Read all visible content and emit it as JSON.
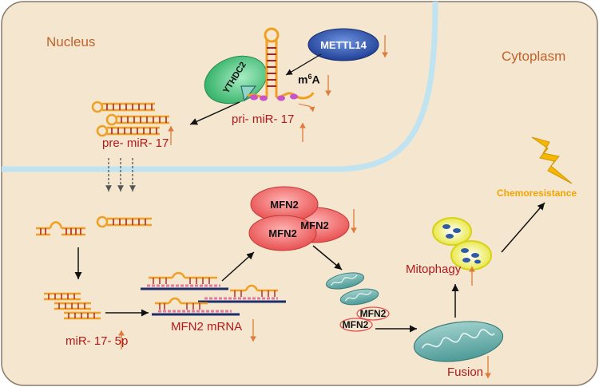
{
  "regions": {
    "nucleus": "Nucleus",
    "cytoplasm": "Cytoplasm"
  },
  "nodes": {
    "mettl14": "METTL14",
    "ythdc2": "YTHDC2",
    "m6a_prefix": "m",
    "m6a_sup": "6",
    "m6a_suffix": "A",
    "pri_mir17": "pri- miR- 17",
    "pre_mir17": "pre- miR- 17",
    "mir17_5p": "miR- 17- 5p",
    "mfn2_mrna": "MFN2 mRNA",
    "mfn2_complex": [
      "MFN2",
      "MFN2",
      "MFN2"
    ],
    "mfn2_outer": [
      "MFN2",
      "MFN2"
    ],
    "mitophagy": "Mitophagy",
    "fusion": "Fusion",
    "chemoresistance": "Chemoresistance"
  },
  "colors": {
    "background": "#f5e6d0",
    "membrane": "#bfe3f0",
    "label_red": "#b11a1a",
    "region_text": "#c0622a",
    "chemo": "#f0a500",
    "mettl14": "#2a4ea8",
    "ythdc2": "#4cc27a",
    "mfn2": "#f06868"
  },
  "icons": {
    "lightning": "lightning-bolt-icon",
    "indicator_up": "red-up-arrow",
    "indicator_down": "red-down-arrow"
  }
}
